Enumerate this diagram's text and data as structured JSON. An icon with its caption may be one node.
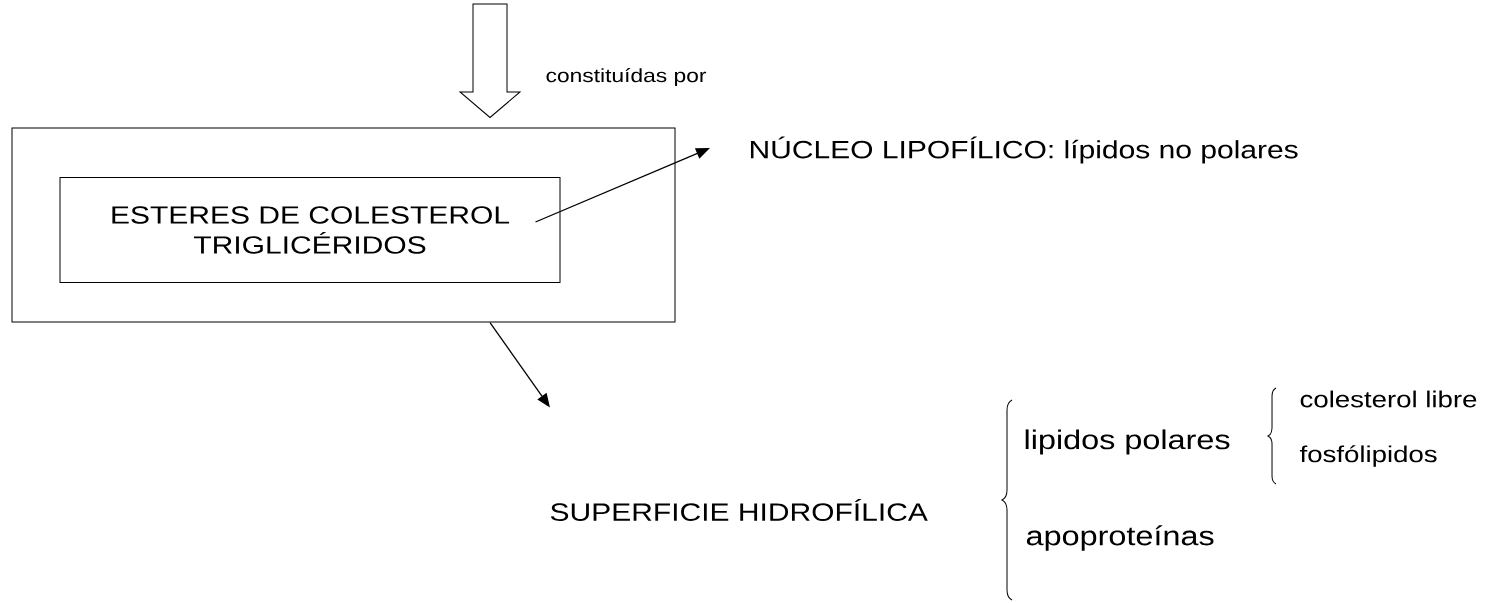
{
  "diagram": {
    "nodes": [
      {
        "text": [],
        "shape": "box"
      },
      {
        "text": [
          "ESTERES DE COLESTEROL TRIGLICÉRIDOS"
        ],
        "in": 0
      },
      {
        "text": [
          "NÚCLEO LIPOFÍLICO: lípidos no polares"
        ]
      },
      {
        "text": [
          "SUPERFICIE HIDROFÍLICA"
        ]
      }
    ],
    "edges": [
      {
        "from": null,
        "to": 0,
        "arrow": "to",
        "label": "constituídas por"
      },
      {
        "from": 1,
        "to": 2,
        "arrow": "to"
      },
      {
        "from": 0,
        "to": 3,
        "arrow": "to"
      }
    ],
    "labels": [
      "lipidos polares",
      "colesterol libre",
      "fosfólipidos",
      "apoproteínas"
    ]
  }
}
